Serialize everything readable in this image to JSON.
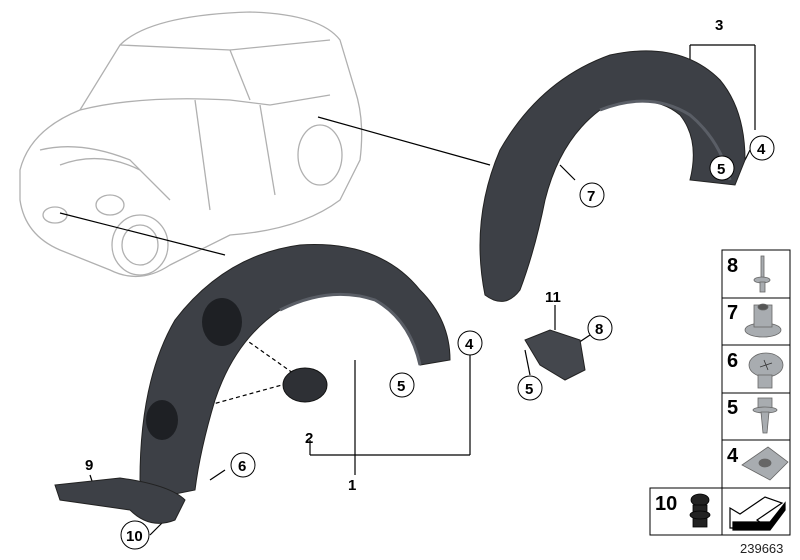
{
  "callouts": {
    "c1": "1",
    "c2": "2",
    "c3": "3",
    "c4a": "4",
    "c4b": "4",
    "c5a": "5",
    "c5b": "5",
    "c5c": "5",
    "c6": "6",
    "c7": "7",
    "c8": "8",
    "c9": "9",
    "c10": "10",
    "c11": "11"
  },
  "legend": {
    "items": [
      "8",
      "7",
      "6",
      "5",
      "4"
    ],
    "item10": "10"
  },
  "diagram_number": "239663",
  "colors": {
    "part": "#3a3d42",
    "hardware": "#a8acb0",
    "car_outline": "#b0b0b0"
  }
}
